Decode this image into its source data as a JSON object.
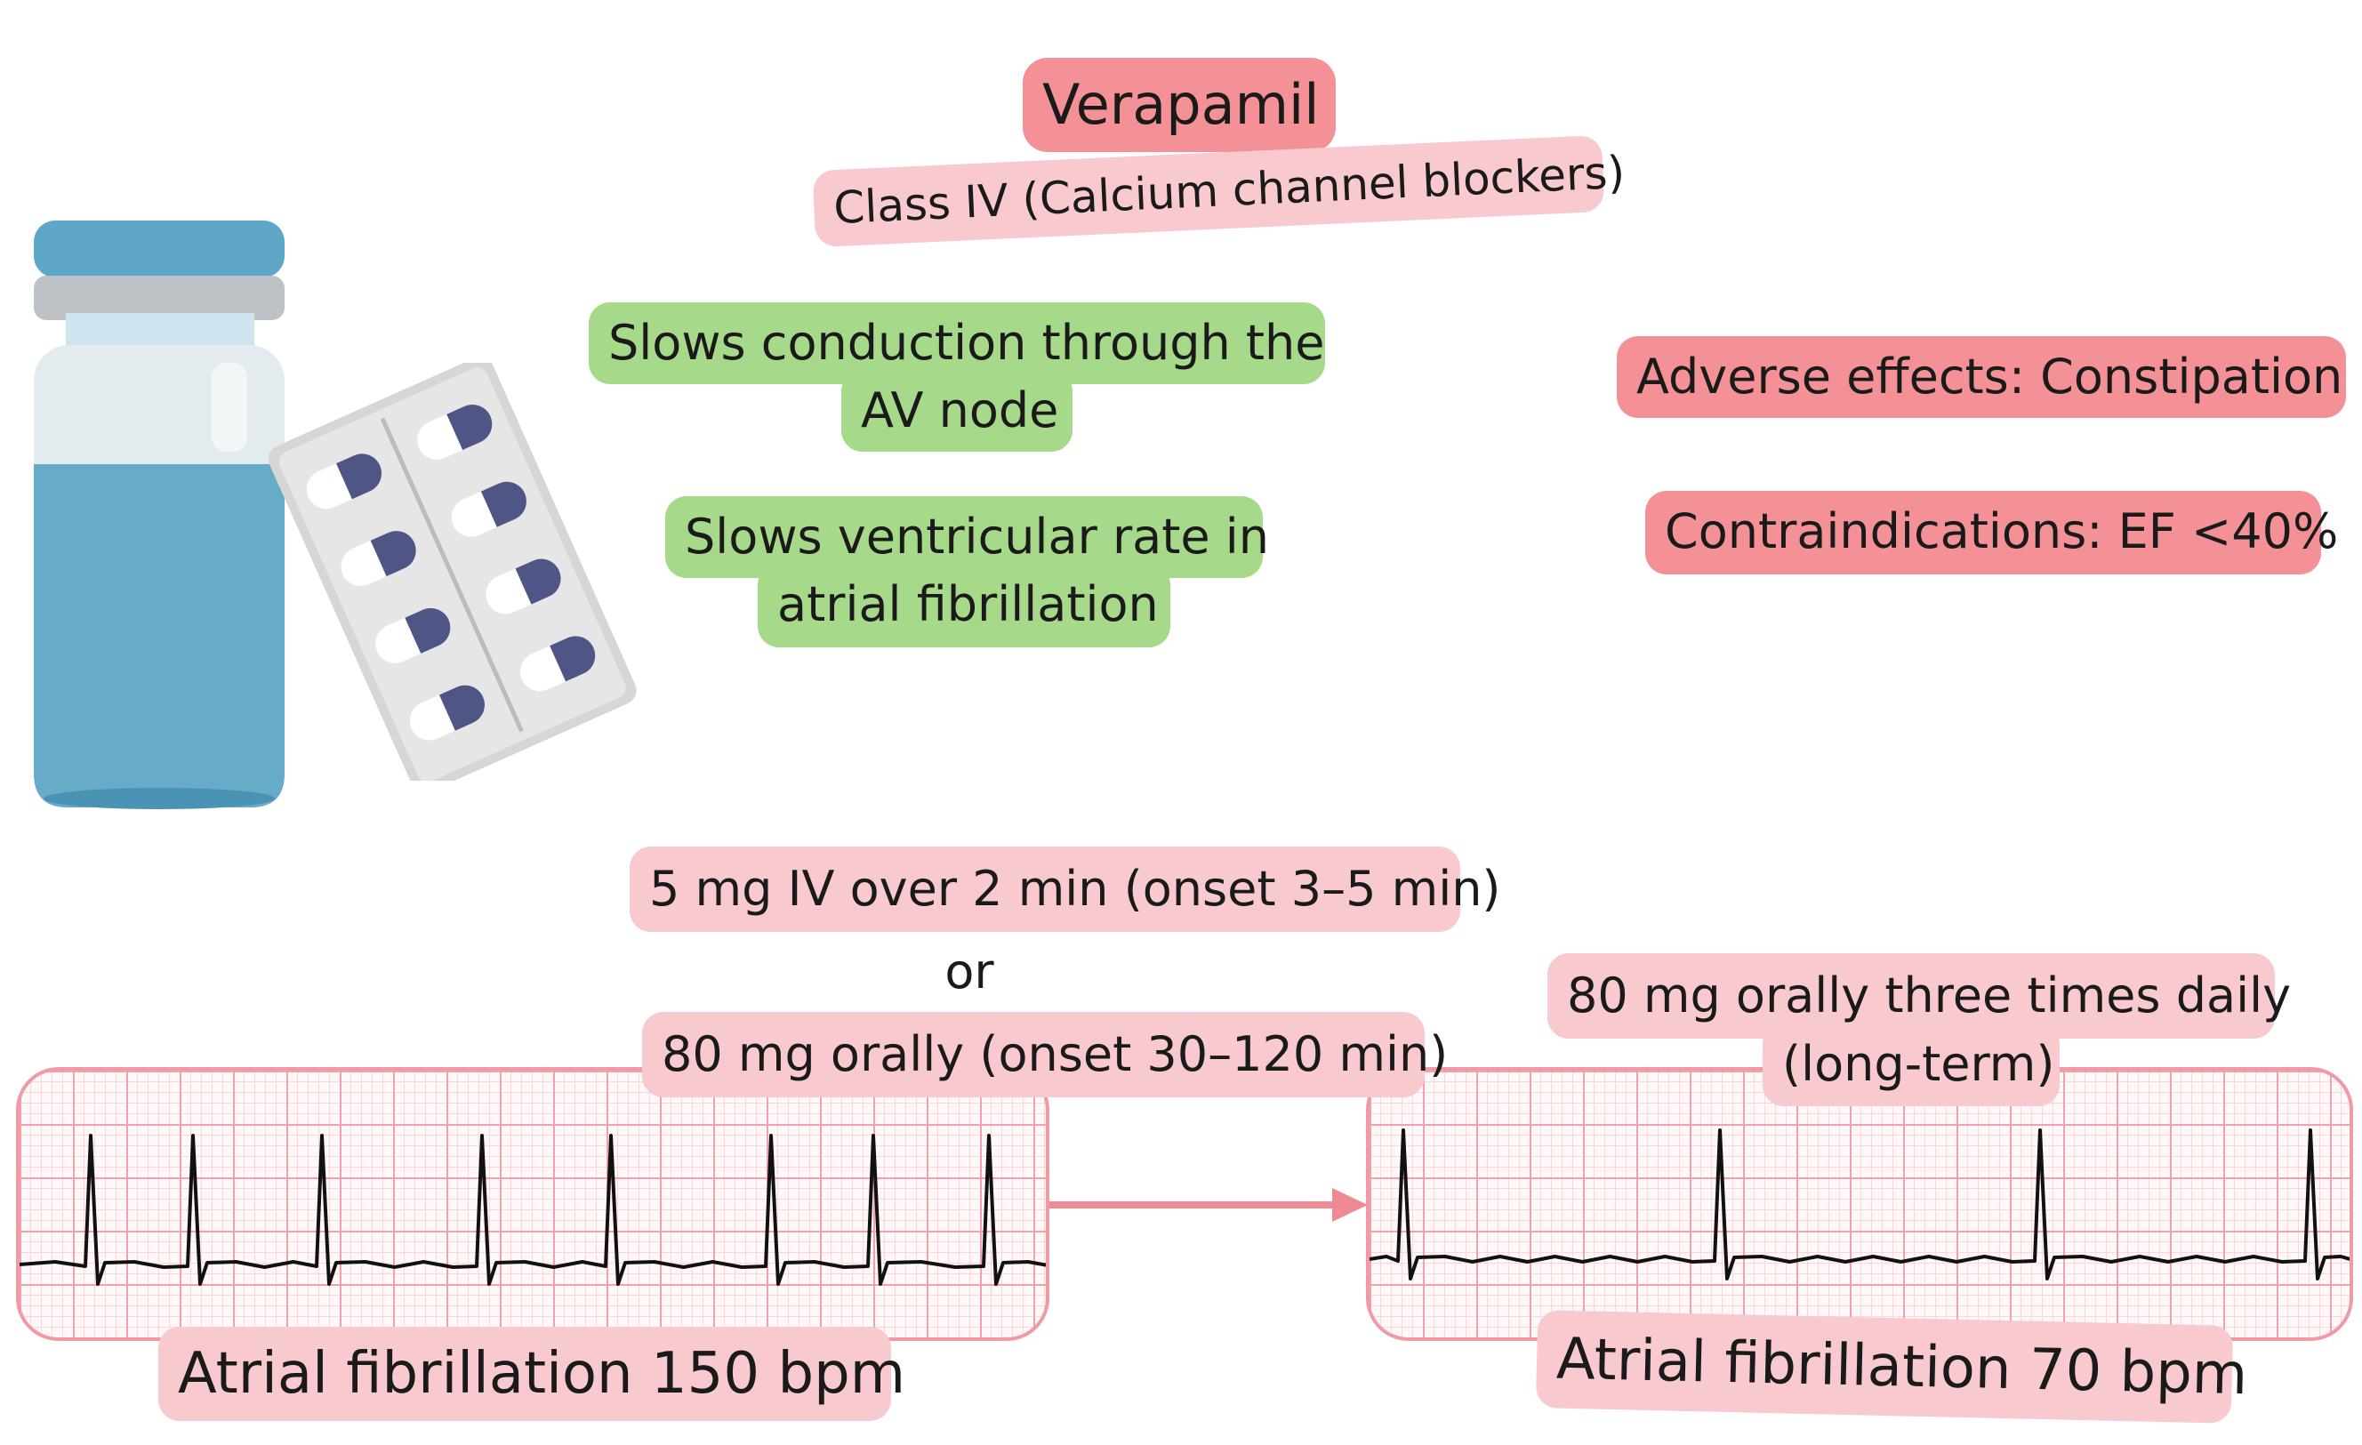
{
  "title": "Verapamil",
  "drug_class": "Class IV (Calcium channel blockers)",
  "mechanism": {
    "line1": "Slows conduction through the",
    "line2": "AV node"
  },
  "effect": {
    "line1": "Slows ventricular rate in",
    "line2": "atrial fibrillation"
  },
  "adverse_effects": "Adverse effects: Constipation",
  "contraindications": "Contraindications: EF <40%",
  "dosing": {
    "iv": "5 mg IV over 2 min (onset 3–5 min)",
    "or": "or",
    "oral": "80 mg orally (onset 30–120 min)",
    "maintenance_line1": "80 mg orally three times daily",
    "maintenance_line2": "(long-term)"
  },
  "ecg_before": {
    "caption": "Atrial fibrillation 150 bpm",
    "rate_bpm": 150
  },
  "ecg_after": {
    "caption": "Atrial fibrillation 70 bpm",
    "rate_bpm": 70
  },
  "icons": [
    "medicine-vial-icon",
    "pill-blister-pack-icon",
    "arrow-right-icon"
  ],
  "colors": {
    "title_bg": "#f39197",
    "label_bg": "#f8c9cf",
    "mechanism_bg": "#a6d98a",
    "ecg_grid": "#f0a3ab",
    "arrow": "#f08a92"
  }
}
